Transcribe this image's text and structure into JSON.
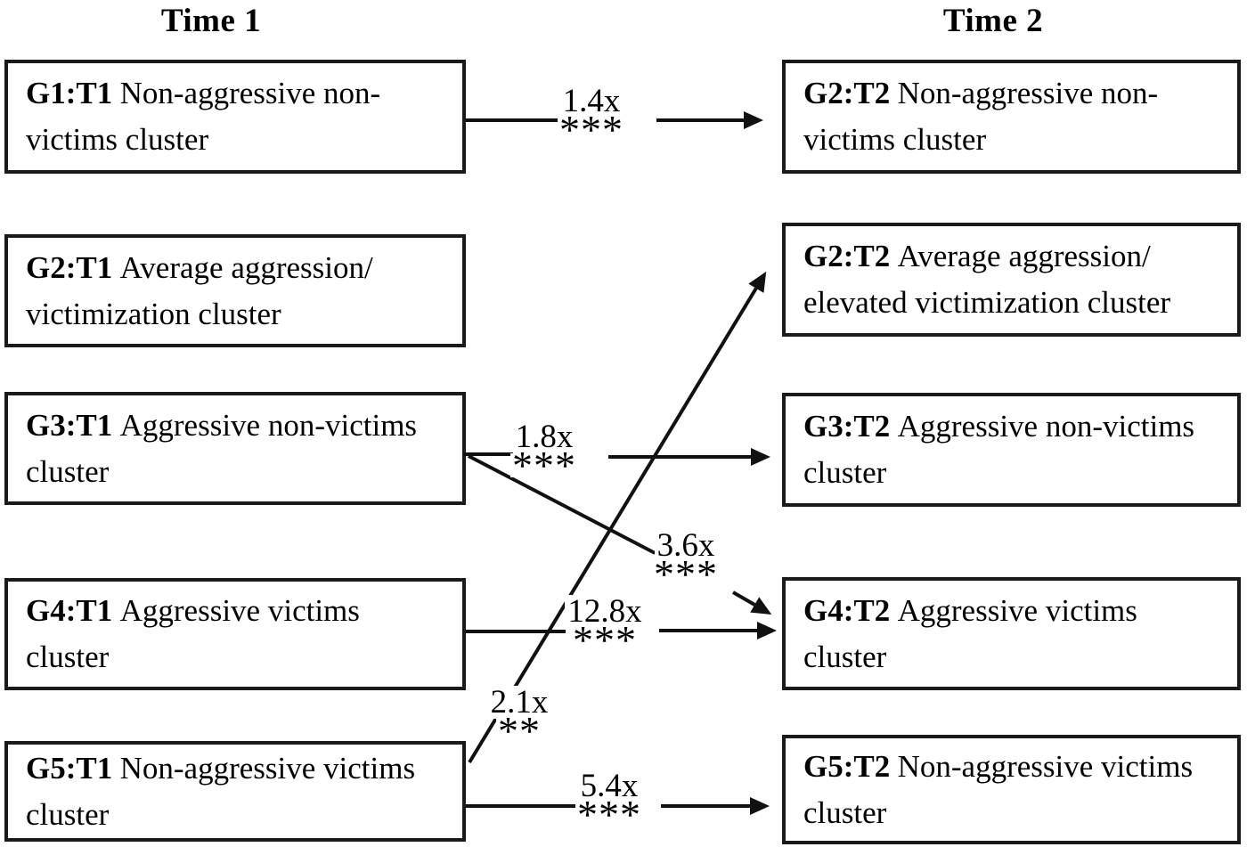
{
  "headers": {
    "time1": "Time 1",
    "time2": "Time 2"
  },
  "time1_boxes": [
    {
      "id": "G1:T1",
      "label": "Non-aggressive non-\nvictims cluster"
    },
    {
      "id": "G2:T1",
      "label": "Average aggression/\nvictimization cluster"
    },
    {
      "id": "G3:T1",
      "label": "Aggressive non-victims\ncluster"
    },
    {
      "id": "G4:T1",
      "label": "Aggressive victims\ncluster"
    },
    {
      "id": "G5:T1",
      "label": "Non-aggressive victims\ncluster"
    }
  ],
  "time2_boxes": [
    {
      "id": "G2:T2",
      "label": "Non-aggressive non-\nvictims cluster"
    },
    {
      "id": "G2:T2",
      "label": "Average aggression/\nelevated victimization cluster"
    },
    {
      "id": "G3:T2",
      "label": "Aggressive non-victims\ncluster"
    },
    {
      "id": "G4:T2",
      "label": "Aggressive victims\ncluster"
    },
    {
      "id": "G5:T2",
      "label": "Non-aggressive victims\ncluster"
    }
  ],
  "transitions": [
    {
      "from": "G1:T1",
      "to": "G2:T2",
      "rate": "1.4x",
      "significance": "***"
    },
    {
      "from": "G3:T1",
      "to": "G3:T2",
      "rate": "1.8x",
      "significance": "***"
    },
    {
      "from": "G3:T1",
      "to": "G4:T2",
      "rate": "3.6x",
      "significance": "***"
    },
    {
      "from": "G4:T1",
      "to": "G4:T2",
      "rate": "12.8x",
      "significance": "***"
    },
    {
      "from": "G5:T1",
      "to": "G2:T2",
      "rate": "2.1x",
      "significance": "**"
    },
    {
      "from": "G5:T1",
      "to": "G5:T2",
      "rate": "5.4x",
      "significance": "***"
    }
  ],
  "colors": {
    "background": "#ffffff",
    "line": "#111111",
    "box_border": "#1a1a1a",
    "text": "#000000"
  }
}
